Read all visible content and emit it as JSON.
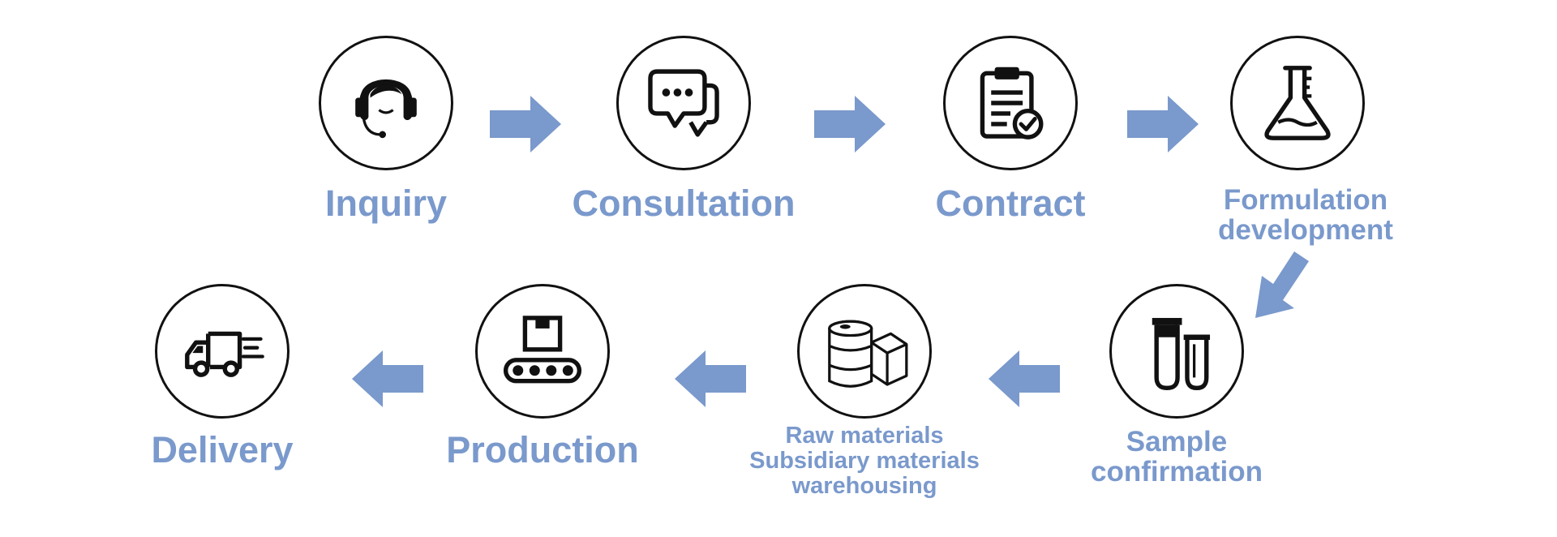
{
  "colors": {
    "accent": "#7a99cc",
    "stroke": "#111111"
  },
  "steps": [
    {
      "id": "inquiry",
      "icon": "headset-agent-icon",
      "label": "Inquiry"
    },
    {
      "id": "consultation",
      "icon": "chat-bubbles-icon",
      "label": "Consultation"
    },
    {
      "id": "contract",
      "icon": "clipboard-check-icon",
      "label": "Contract"
    },
    {
      "id": "formulation",
      "icon": "flask-icon",
      "label_lines": [
        "Formulation",
        "development"
      ]
    },
    {
      "id": "sample",
      "icon": "test-tubes-icon",
      "label_lines": [
        "Sample",
        "confirmation"
      ]
    },
    {
      "id": "raw",
      "icon": "barrel-box-icon",
      "label_lines": [
        "Raw materials",
        "Subsidiary materials",
        "warehousing"
      ]
    },
    {
      "id": "production",
      "icon": "conveyor-belt-icon",
      "label": "Production"
    },
    {
      "id": "delivery",
      "icon": "delivery-truck-icon",
      "label": "Delivery"
    }
  ]
}
